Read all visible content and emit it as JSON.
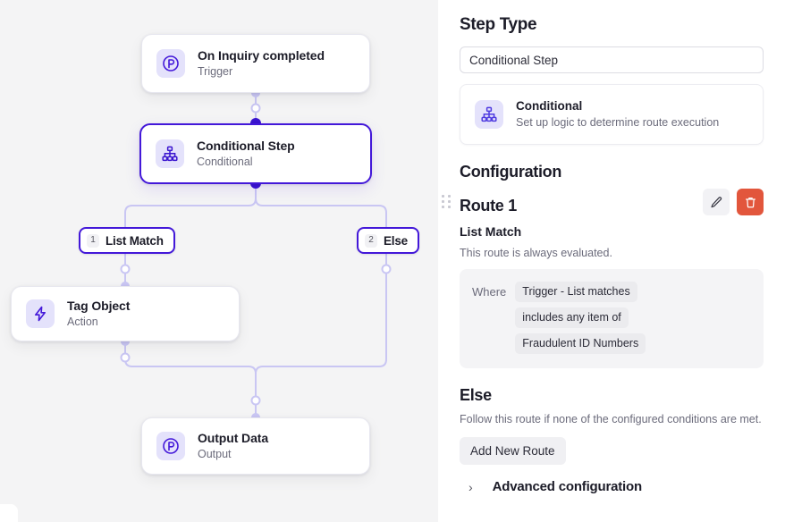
{
  "canvas": {
    "nodes": [
      {
        "id": "trigger",
        "title": "On Inquiry completed",
        "subtitle": "Trigger",
        "icon": "persona-p-icon"
      },
      {
        "id": "conditional",
        "title": "Conditional Step",
        "subtitle": "Conditional",
        "icon": "hierarchy-icon"
      },
      {
        "id": "tag",
        "title": "Tag Object",
        "subtitle": "Action",
        "icon": "lightning-bolt-icon"
      },
      {
        "id": "output",
        "title": "Output Data",
        "subtitle": "Output",
        "icon": "persona-p-icon"
      }
    ],
    "routes": [
      {
        "number": "1",
        "label": "List Match"
      },
      {
        "number": "2",
        "label": "Else"
      }
    ]
  },
  "panel": {
    "step_type_heading": "Step Type",
    "step_type_value": "Conditional Step",
    "step_type_placeholder": "Step type",
    "type_card": {
      "title": "Conditional",
      "subtitle": "Set up logic to determine route execution"
    },
    "configuration_heading": "Configuration",
    "route": {
      "title": "Route 1",
      "subtitle": "List Match",
      "note": "This route is always evaluated.",
      "edit_label": "Edit route",
      "delete_label": "Delete route",
      "where_label": "Where",
      "chips": [
        "Trigger - List matches",
        "includes any item of",
        "Fraudulent ID Numbers"
      ]
    },
    "else": {
      "heading": "Else",
      "note": "Follow this route if none of the configured conditions are met."
    },
    "add_route_label": "Add New Route",
    "advanced_label": "Advanced configuration",
    "advanced_chevron": "›"
  },
  "colors": {
    "accent": "#4318d9",
    "edge": "#c9c6f3",
    "danger": "#e2563c",
    "icon_bg": "#e4e2fb",
    "canvas_bg": "#f4f4f5"
  }
}
